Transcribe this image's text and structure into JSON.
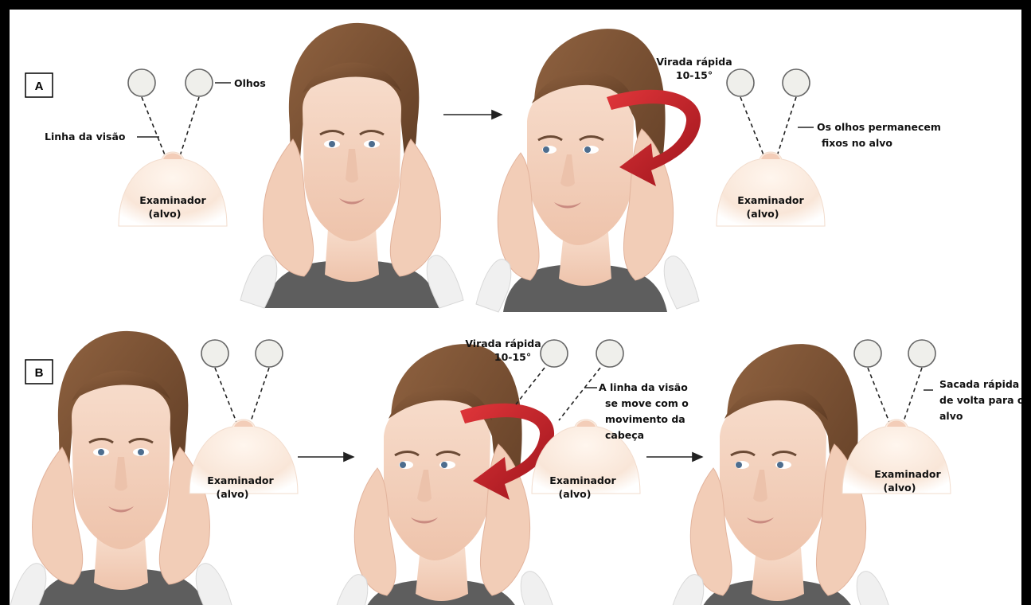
{
  "panels": {
    "a": {
      "letter": "A",
      "label_eyes": "Olhos",
      "label_line_of_sight": "Linha da visão",
      "examiner_1": [
        "Examinador",
        "(alvo)"
      ],
      "turn_label": [
        "Virada rápida",
        "10-15°"
      ],
      "label_eyes_fixed": [
        "Os olhos permanecem",
        "fixos no alvo"
      ],
      "examiner_2": [
        "Examinador",
        "(alvo)"
      ]
    },
    "b": {
      "letter": "B",
      "examiner_1": [
        "Examinador",
        "(alvo)"
      ],
      "turn_label": [
        "Virada rápida",
        "10-15°"
      ],
      "label_line_moves": [
        "A linha da visão",
        "se move com o",
        "movimento da",
        "cabeça"
      ],
      "examiner_2": [
        "Examinador",
        "(alvo)"
      ],
      "label_saccade": [
        "Sacada rápida",
        "de volta para o",
        "alvo"
      ],
      "examiner_3": [
        "Examinador",
        "(alvo)"
      ]
    }
  },
  "colors": {
    "frame": "#000000",
    "skin": "#f4d7c3",
    "hair": "#7a5134",
    "shirt": "#5e5e5e",
    "arrow_red": "#c0202a",
    "eye_circle_fill": "#efefeb"
  }
}
